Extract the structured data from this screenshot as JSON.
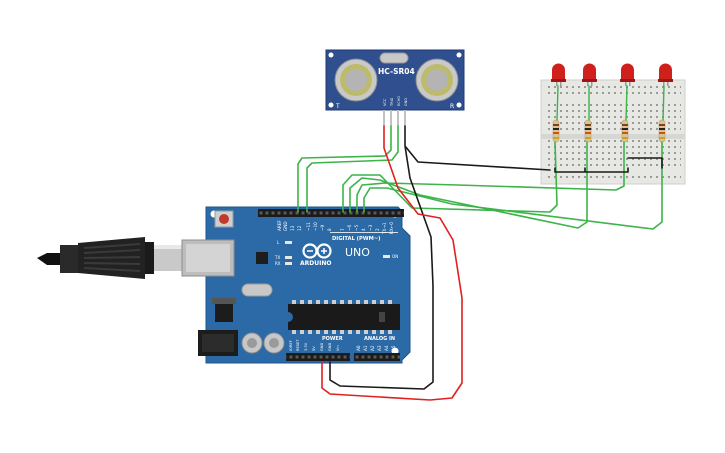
{
  "sensor": {
    "model": "HC-SR04",
    "pins": [
      "VCC",
      "TRIG",
      "ECHO",
      "GND"
    ],
    "left_label": "T",
    "right_label": "R"
  },
  "arduino": {
    "brand": "ARDUINO",
    "model": "UNO",
    "digital_label": "DIGITAL (PWM~)",
    "digital_pins": [
      "AREF",
      "GND",
      "13",
      "12",
      "~11",
      "~10",
      "~9",
      "8",
      "7",
      "~6",
      "~5",
      "4",
      "~3",
      "2",
      "TX→1",
      "RX←0"
    ],
    "power_label": "POWER",
    "power_pins": [
      "IOREF",
      "RESET",
      "3.3V",
      "5V",
      "GND",
      "GND",
      "Vin"
    ],
    "analog_label": "ANALOG IN",
    "analog_pins": [
      "A0",
      "A1",
      "A2",
      "A3",
      "A4",
      "A5"
    ],
    "led_labels": [
      "L",
      "TX",
      "RX"
    ],
    "on_label": "ON"
  },
  "leds": {
    "count": 4,
    "color": "#d0201b"
  },
  "colors": {
    "board": "#2b6aa6",
    "sensor": "#2f4f8f",
    "wire_green": "#3cb44a",
    "wire_red": "#e02020",
    "wire_black": "#1a1a1a",
    "breadboard": "#e7e7e4",
    "cable": "#222222"
  }
}
